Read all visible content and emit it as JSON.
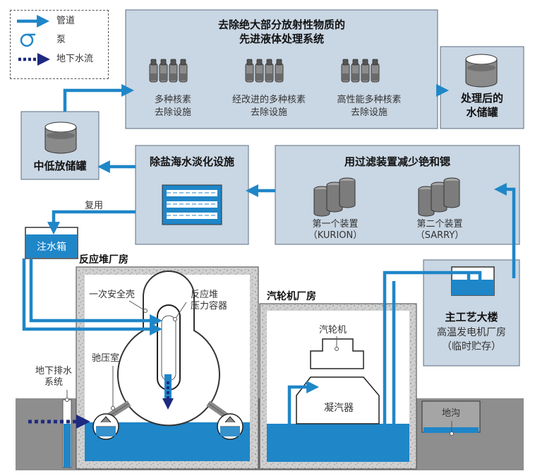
{
  "legend": {
    "pipe": "管道",
    "pump": "泵",
    "groundwater": "地下水流"
  },
  "alps": {
    "title_line1": "去除绝大部分放射性物质的",
    "title_line2": "先进液体处理系统",
    "unit1_line1": "多种核素",
    "unit1_line2": "去除设施",
    "unit2_line1": "经改进的多种核素",
    "unit2_line2": "去除设施",
    "unit3_line1": "高性能多种核素",
    "unit3_line2": "去除设施"
  },
  "treated_tank": {
    "line1": "处理后的",
    "line2": "水储罐"
  },
  "low_tank": {
    "label": "中低放储罐"
  },
  "desal": {
    "title": "除盐海水淡化设施"
  },
  "filter": {
    "title": "用过滤装置减少铯和锶",
    "unit1_line1": "第一个装置",
    "unit1_line2": "（KURION）",
    "unit2_line1": "第二个装置",
    "unit2_line2": "（SARRY）"
  },
  "reuse": "复用",
  "injection_tank": "注水箱",
  "reactor_building": "反应堆厂房",
  "containment": "一次安全壳",
  "rpv_line1": "反应堆",
  "rpv_line2": "压力容器",
  "suppression": "驰压室",
  "drain_line1": "地下排水",
  "drain_line2": "系统",
  "turbine_building": "汽轮机厂房",
  "turbine": "汽轮机",
  "condenser": "凝汽器",
  "main_building": {
    "line1": "主工艺大楼",
    "line2": "高温发电机厂房",
    "line3": "（临时贮存）"
  },
  "trench": "地沟",
  "colors": {
    "pipe": "#1f86c8",
    "water": "#1f86c8",
    "box": "#c9d6e3",
    "ground": "#8e8e8e",
    "concrete": "#cfcfcf",
    "groundwater": "#1e2a80"
  }
}
